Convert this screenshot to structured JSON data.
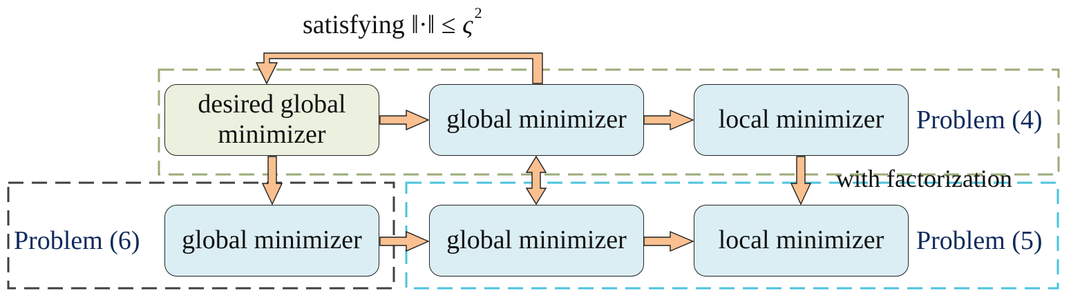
{
  "colors": {
    "node_fill": "#dbeef4",
    "desired_fill": "#ebf1de",
    "arrow_fill": "#fac090",
    "arrow_stroke": "#1e1e1e",
    "problem4_border": "#9bab77",
    "problem5_border": "#4bc3de",
    "problem6_border": "#404040",
    "problem_label_color": "#0f2a5c"
  },
  "condition": {
    "prefix": "satisfying",
    "norm": "‖·‖",
    "op": "≤",
    "var": "ς",
    "exponent": "2"
  },
  "nodes": {
    "desired": "desired global\nminimizer",
    "top_global": "global minimizer",
    "top_local": "local minimizer",
    "left_global": "global minimizer",
    "mid_global": "global minimizer",
    "bottom_local": "local minimizer"
  },
  "problems": {
    "p4": "Problem (4)",
    "p5": "Problem (5)",
    "p6": "Problem (6)"
  },
  "annotation": "with factorization"
}
